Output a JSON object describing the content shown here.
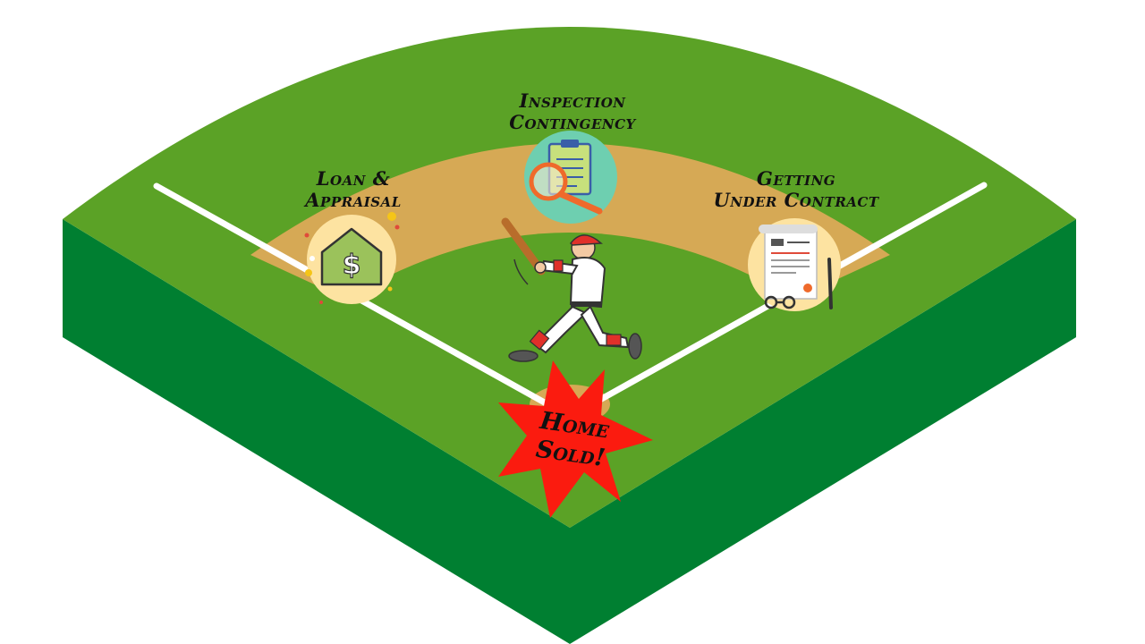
{
  "colors": {
    "grass_top": "#5ba226",
    "grass_side": "#007f31",
    "dirt": "#d6a955",
    "foul_line": "#ffffff",
    "star": "#fb1b0f",
    "icon_bg_yellow": "#fde3a1",
    "icon_bg_teal": "#6ecfb0"
  },
  "bases": {
    "third": {
      "line1": "Loan &",
      "line2": "Appraisal",
      "icon": "house-dollar-icon"
    },
    "second": {
      "line1": "Inspection",
      "line2": "Contingency",
      "icon": "clipboard-magnifier-icon"
    },
    "first": {
      "line1": "Getting",
      "line2": "Under Contract",
      "icon": "contract-document-icon"
    }
  },
  "home": {
    "line1": "Home",
    "line2": "Sold!"
  },
  "center": {
    "icon": "baseball-batter-icon"
  }
}
